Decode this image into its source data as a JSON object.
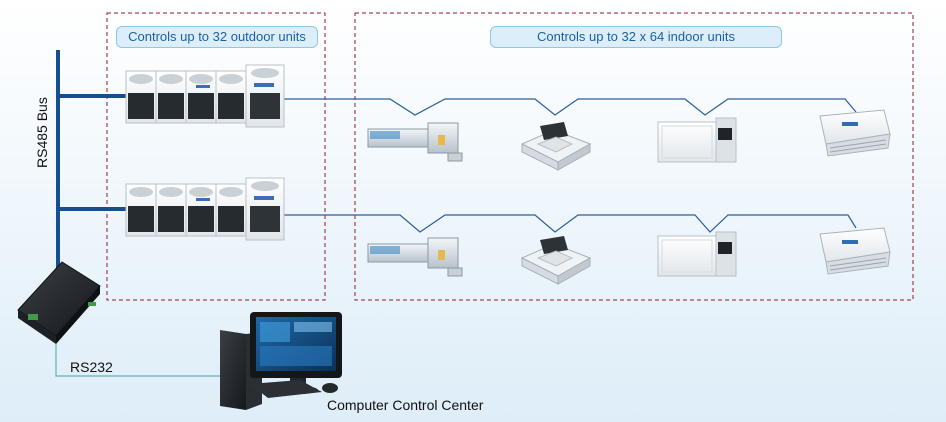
{
  "outdoor_group": {
    "title": "Controls up to 32 outdoor units"
  },
  "indoor_group": {
    "title": "Controls up to 32 x 64 indoor units"
  },
  "bus": {
    "rs485_label": "RS485 Bus",
    "rs232_label": "RS232"
  },
  "computer": {
    "label": "Computer Control Center"
  },
  "colors": {
    "bus": "#14508f",
    "wire": "#2a5f9c",
    "frame": "#8e1c2c",
    "pill_text": "#1f5f9e",
    "pill_fill": "#dbeefa"
  }
}
